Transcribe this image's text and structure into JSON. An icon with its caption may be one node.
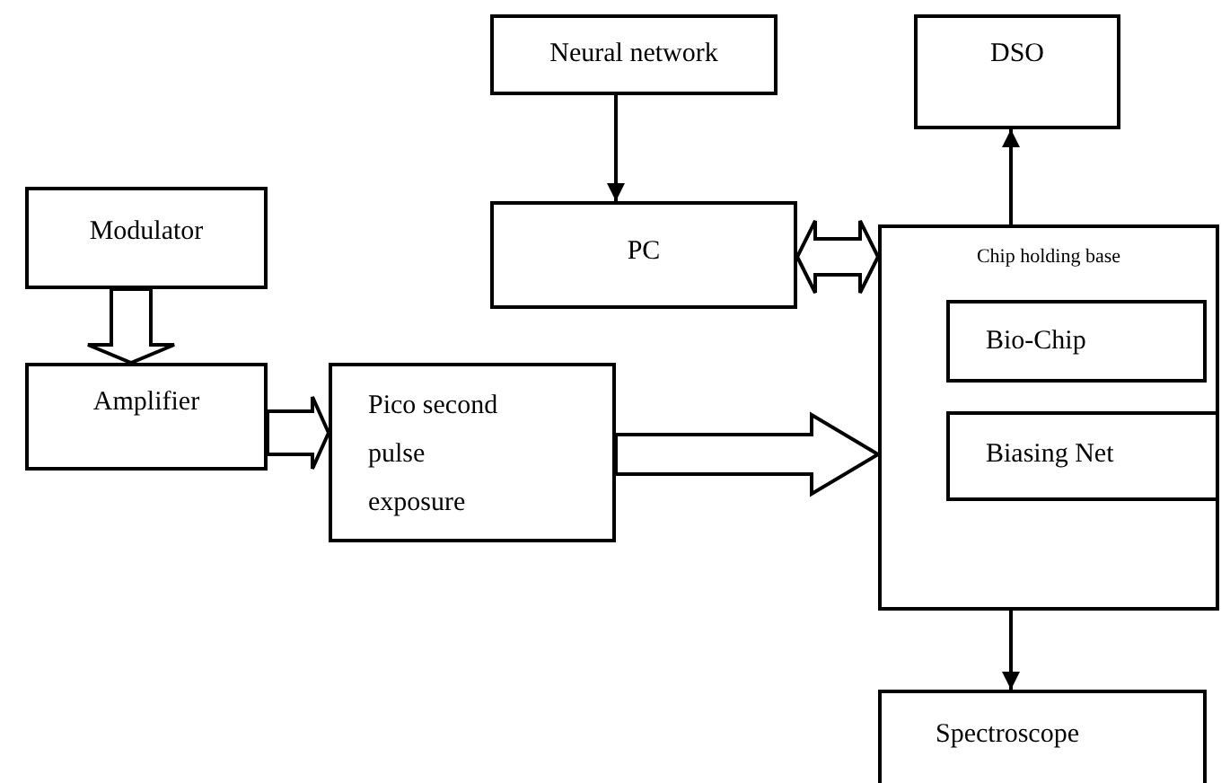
{
  "diagram": {
    "nodes": [
      {
        "text": [
          "Neural network"
        ]
      },
      {
        "text": [
          "DSO"
        ]
      },
      {
        "text": [
          "Modulator"
        ]
      },
      {
        "text": [
          "PC"
        ]
      },
      {
        "text": [
          "Chip holding base"
        ]
      },
      {
        "text": [
          "Bio-Chip"
        ],
        "in": 4
      },
      {
        "text": [
          "Biasing Net"
        ],
        "in": 4
      },
      {
        "text": [
          "Amplifier"
        ]
      },
      {
        "text": [
          "Pico second pulse exposure"
        ]
      },
      {
        "text": [
          "Spectroscope"
        ]
      }
    ],
    "edges": [
      {
        "from": 0,
        "to": 3,
        "arrow": "to"
      },
      {
        "from": 4,
        "to": 1,
        "arrow": "to"
      },
      {
        "from": 2,
        "to": 7,
        "arrow": "to",
        "style": "thick"
      },
      {
        "from": 3,
        "to": 4,
        "arrow": "both",
        "style": "thick"
      },
      {
        "from": 7,
        "to": 8,
        "arrow": "to",
        "style": "thick"
      },
      {
        "from": 8,
        "to": 4,
        "arrow": "to",
        "style": "thick"
      },
      {
        "from": 4,
        "to": 9,
        "arrow": "to"
      }
    ]
  }
}
